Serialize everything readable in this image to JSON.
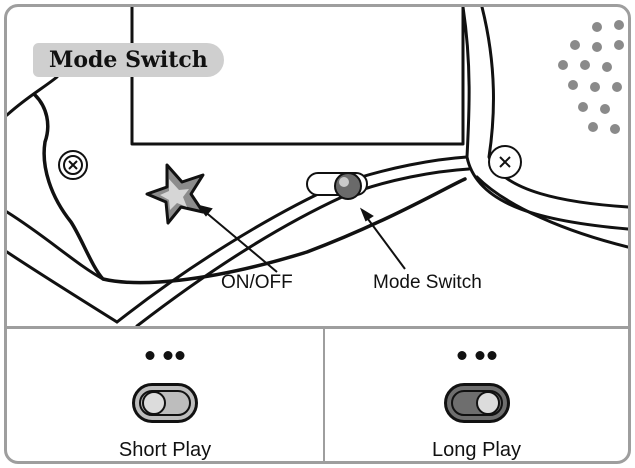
{
  "title": "Mode Switch",
  "callouts": {
    "onoff": "ON/OFF",
    "mode_switch": "Mode Switch"
  },
  "panels": [
    {
      "label": "Short Play",
      "switch_position": "left"
    },
    {
      "label": "Long Play",
      "switch_position": "right"
    }
  ],
  "colors": {
    "border": "#9e9e9e",
    "badge": "#cfcfcf",
    "speaker_dots": "#8a8a8a"
  }
}
